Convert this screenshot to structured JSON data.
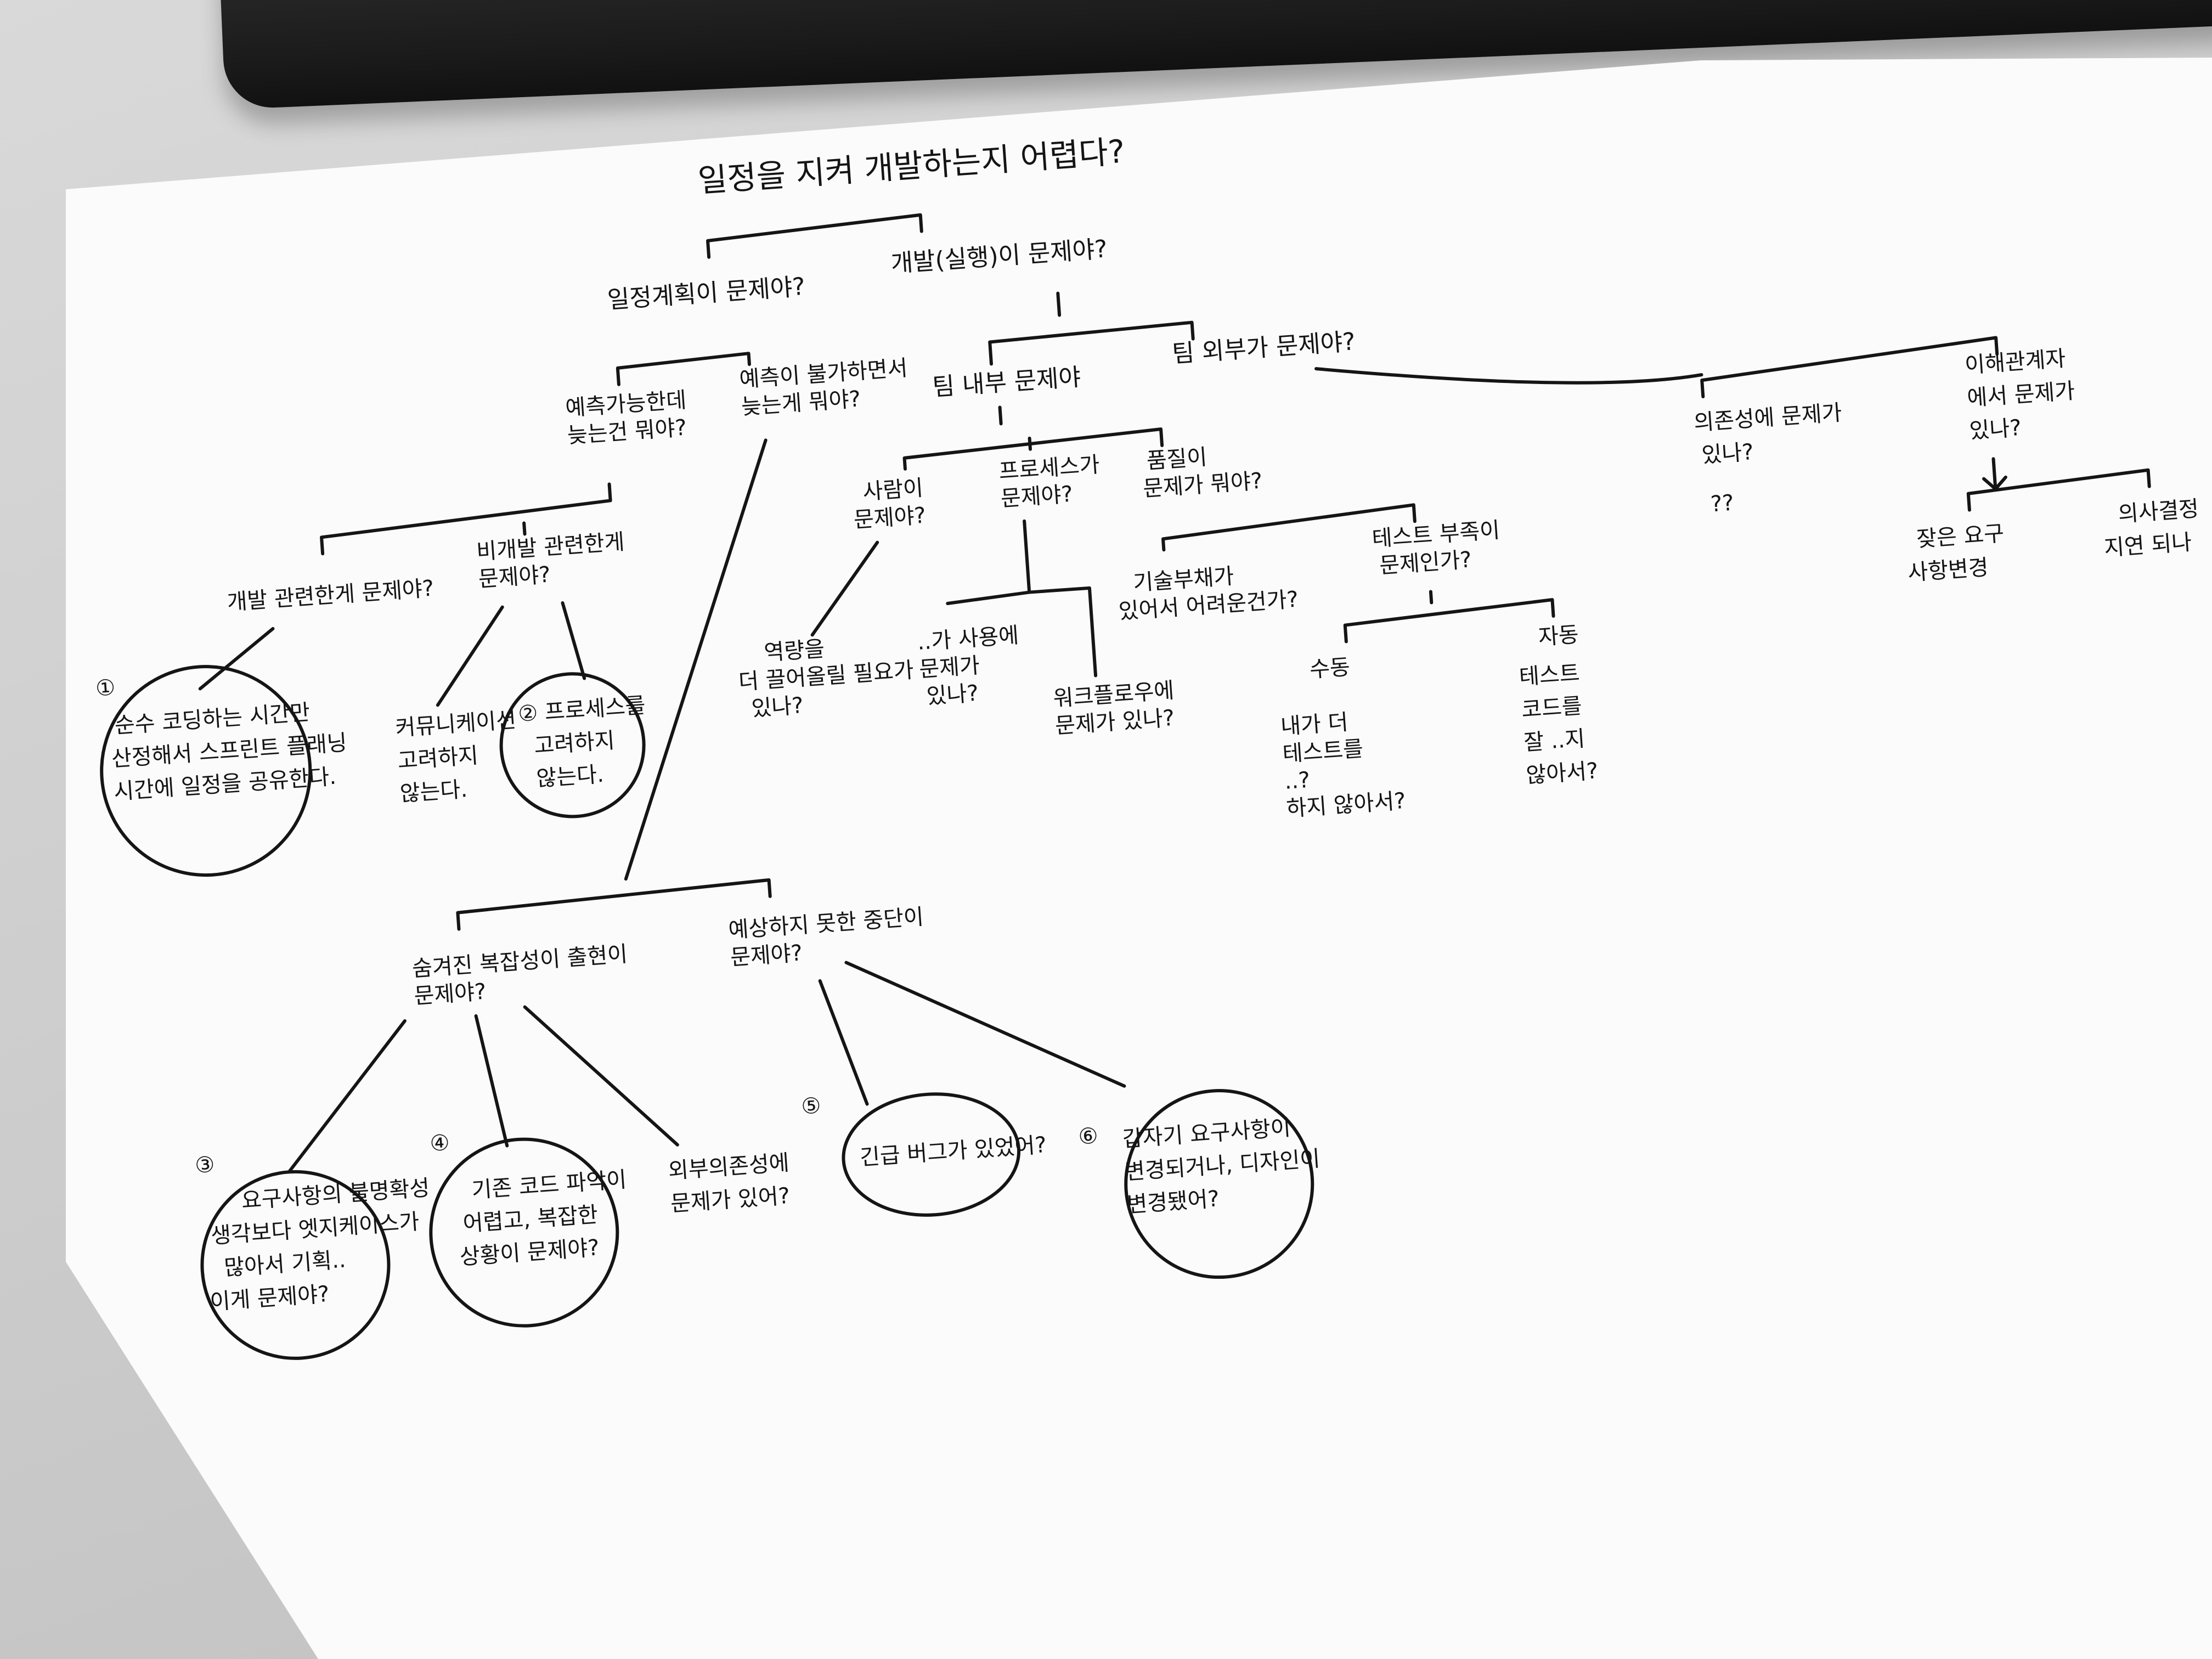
{
  "root": "일정을 지켜 개발하는지 어렵다?",
  "plan": "일정계획이 문제야?",
  "exec": "개발(실행)이 문제야?",
  "predictable": [
    "예측가능한데",
    "늦는건 뭐야?"
  ],
  "unpredictable": [
    "예측이 불가하면서",
    "늦는게 뭐야?"
  ],
  "dev_related": "개발 관련한게 문제야?",
  "nondev_related": [
    "비개발 관련한게",
    "문제야?"
  ],
  "n1": [
    "순수 코딩하는 시간만",
    "산정해서 스프린트 플래닝",
    "시간에 일정을 공유한다."
  ],
  "comm": [
    "커뮤니케이션",
    "고려하지",
    "않는다."
  ],
  "n2": [
    "② 프로세스를",
    "고려하지",
    "않는다."
  ],
  "hidden_complexity": [
    "숨겨진 복잡성이 출현이",
    "문제야?"
  ],
  "unexpected_block": [
    "예상하지 못한 중단이",
    "문제야?"
  ],
  "n3": [
    "요구사항의 불명확성",
    "생각보다 엣지케이스가",
    "많아서 기획..",
    "이게 문제야?"
  ],
  "n4": [
    "기존 코드 파악이",
    "어렵고, 복잡한",
    "상황이 문제야?"
  ],
  "external_dep": [
    "외부의존성에",
    "문제가 있어?"
  ],
  "n5": "긴급 버그가 있었어?",
  "n6": [
    "갑자기 요구사항이",
    "변경되거나, 디자인이",
    "변경됐어?"
  ],
  "num_labels": [
    "①",
    "③",
    "④",
    "⑤",
    "⑥"
  ],
  "team_internal": "팀 내부 문제야",
  "team_external": "팀 외부가 문제야?",
  "people": [
    "사람이",
    "문제야?"
  ],
  "process": [
    "프로세스가",
    "문제야?"
  ],
  "quality": [
    "품질이",
    "문제가 뭐야?"
  ],
  "skill": [
    "역량을",
    "더 끌어올릴 필요가",
    "있나?"
  ],
  "tools": [
    "..가 사용에",
    "문제가",
    "있나?"
  ],
  "workflow": [
    "워크플로우에",
    "문제가 있나?"
  ],
  "tech_debt": [
    "기술부채가",
    "있어서 어려운건가?"
  ],
  "test_lack": [
    "테스트 부족이",
    "문제인가?"
  ],
  "manual": "수동",
  "auto": "자동",
  "manual_q": [
    "내가 더",
    "테스트를",
    "..?",
    "하지 않아서?"
  ],
  "auto_q": [
    "테스트",
    "코드를",
    "잘 ..지",
    "않아서?"
  ],
  "dependency": [
    "의존성에 문제가",
    "있나?"
  ],
  "dependency_sub": "??",
  "stakeholder": [
    "이해관계자",
    "에서 문제가",
    "있나?"
  ],
  "small_changes": [
    "잦은 요구",
    "사항변경"
  ],
  "decision_delay": [
    "의사결정",
    "지연 되나"
  ]
}
